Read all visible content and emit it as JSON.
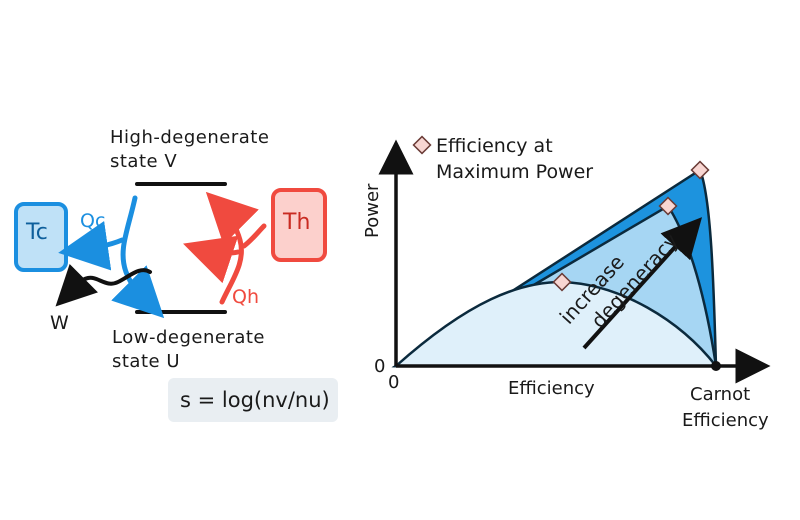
{
  "engine": {
    "high_state_label": [
      "High-degenerate",
      "state V"
    ],
    "low_state_label": [
      "Low-degenerate",
      "state U"
    ],
    "cold_reservoir": "Tc",
    "hot_reservoir": "Th",
    "heat_cold": "Qc",
    "heat_hot": "Qh",
    "work": "W",
    "formula": "s = log(nv/nu)"
  },
  "plot": {
    "legend": [
      "Efficiency at",
      "Maximum Power"
    ],
    "y_axis_label": "Power",
    "x_axis_label": "Efficiency",
    "y_origin": "0",
    "x_origin": "0",
    "carnot_label": [
      "Carnot",
      "Efficiency"
    ],
    "arrow_label": [
      "increase",
      "degeneracy"
    ]
  },
  "colors": {
    "cold_blue": "#1b8fe0",
    "cold_fill": "#bfe1f7",
    "hot_red": "#f04a3f",
    "hot_fill": "#fcd0cc",
    "curve_light": "#dff0fa",
    "curve_mid": "#a6d6f3",
    "curve_dark": "#1d93de",
    "marker_fill": "#f8d6d2",
    "formula_bg": "#e9eef2"
  }
}
